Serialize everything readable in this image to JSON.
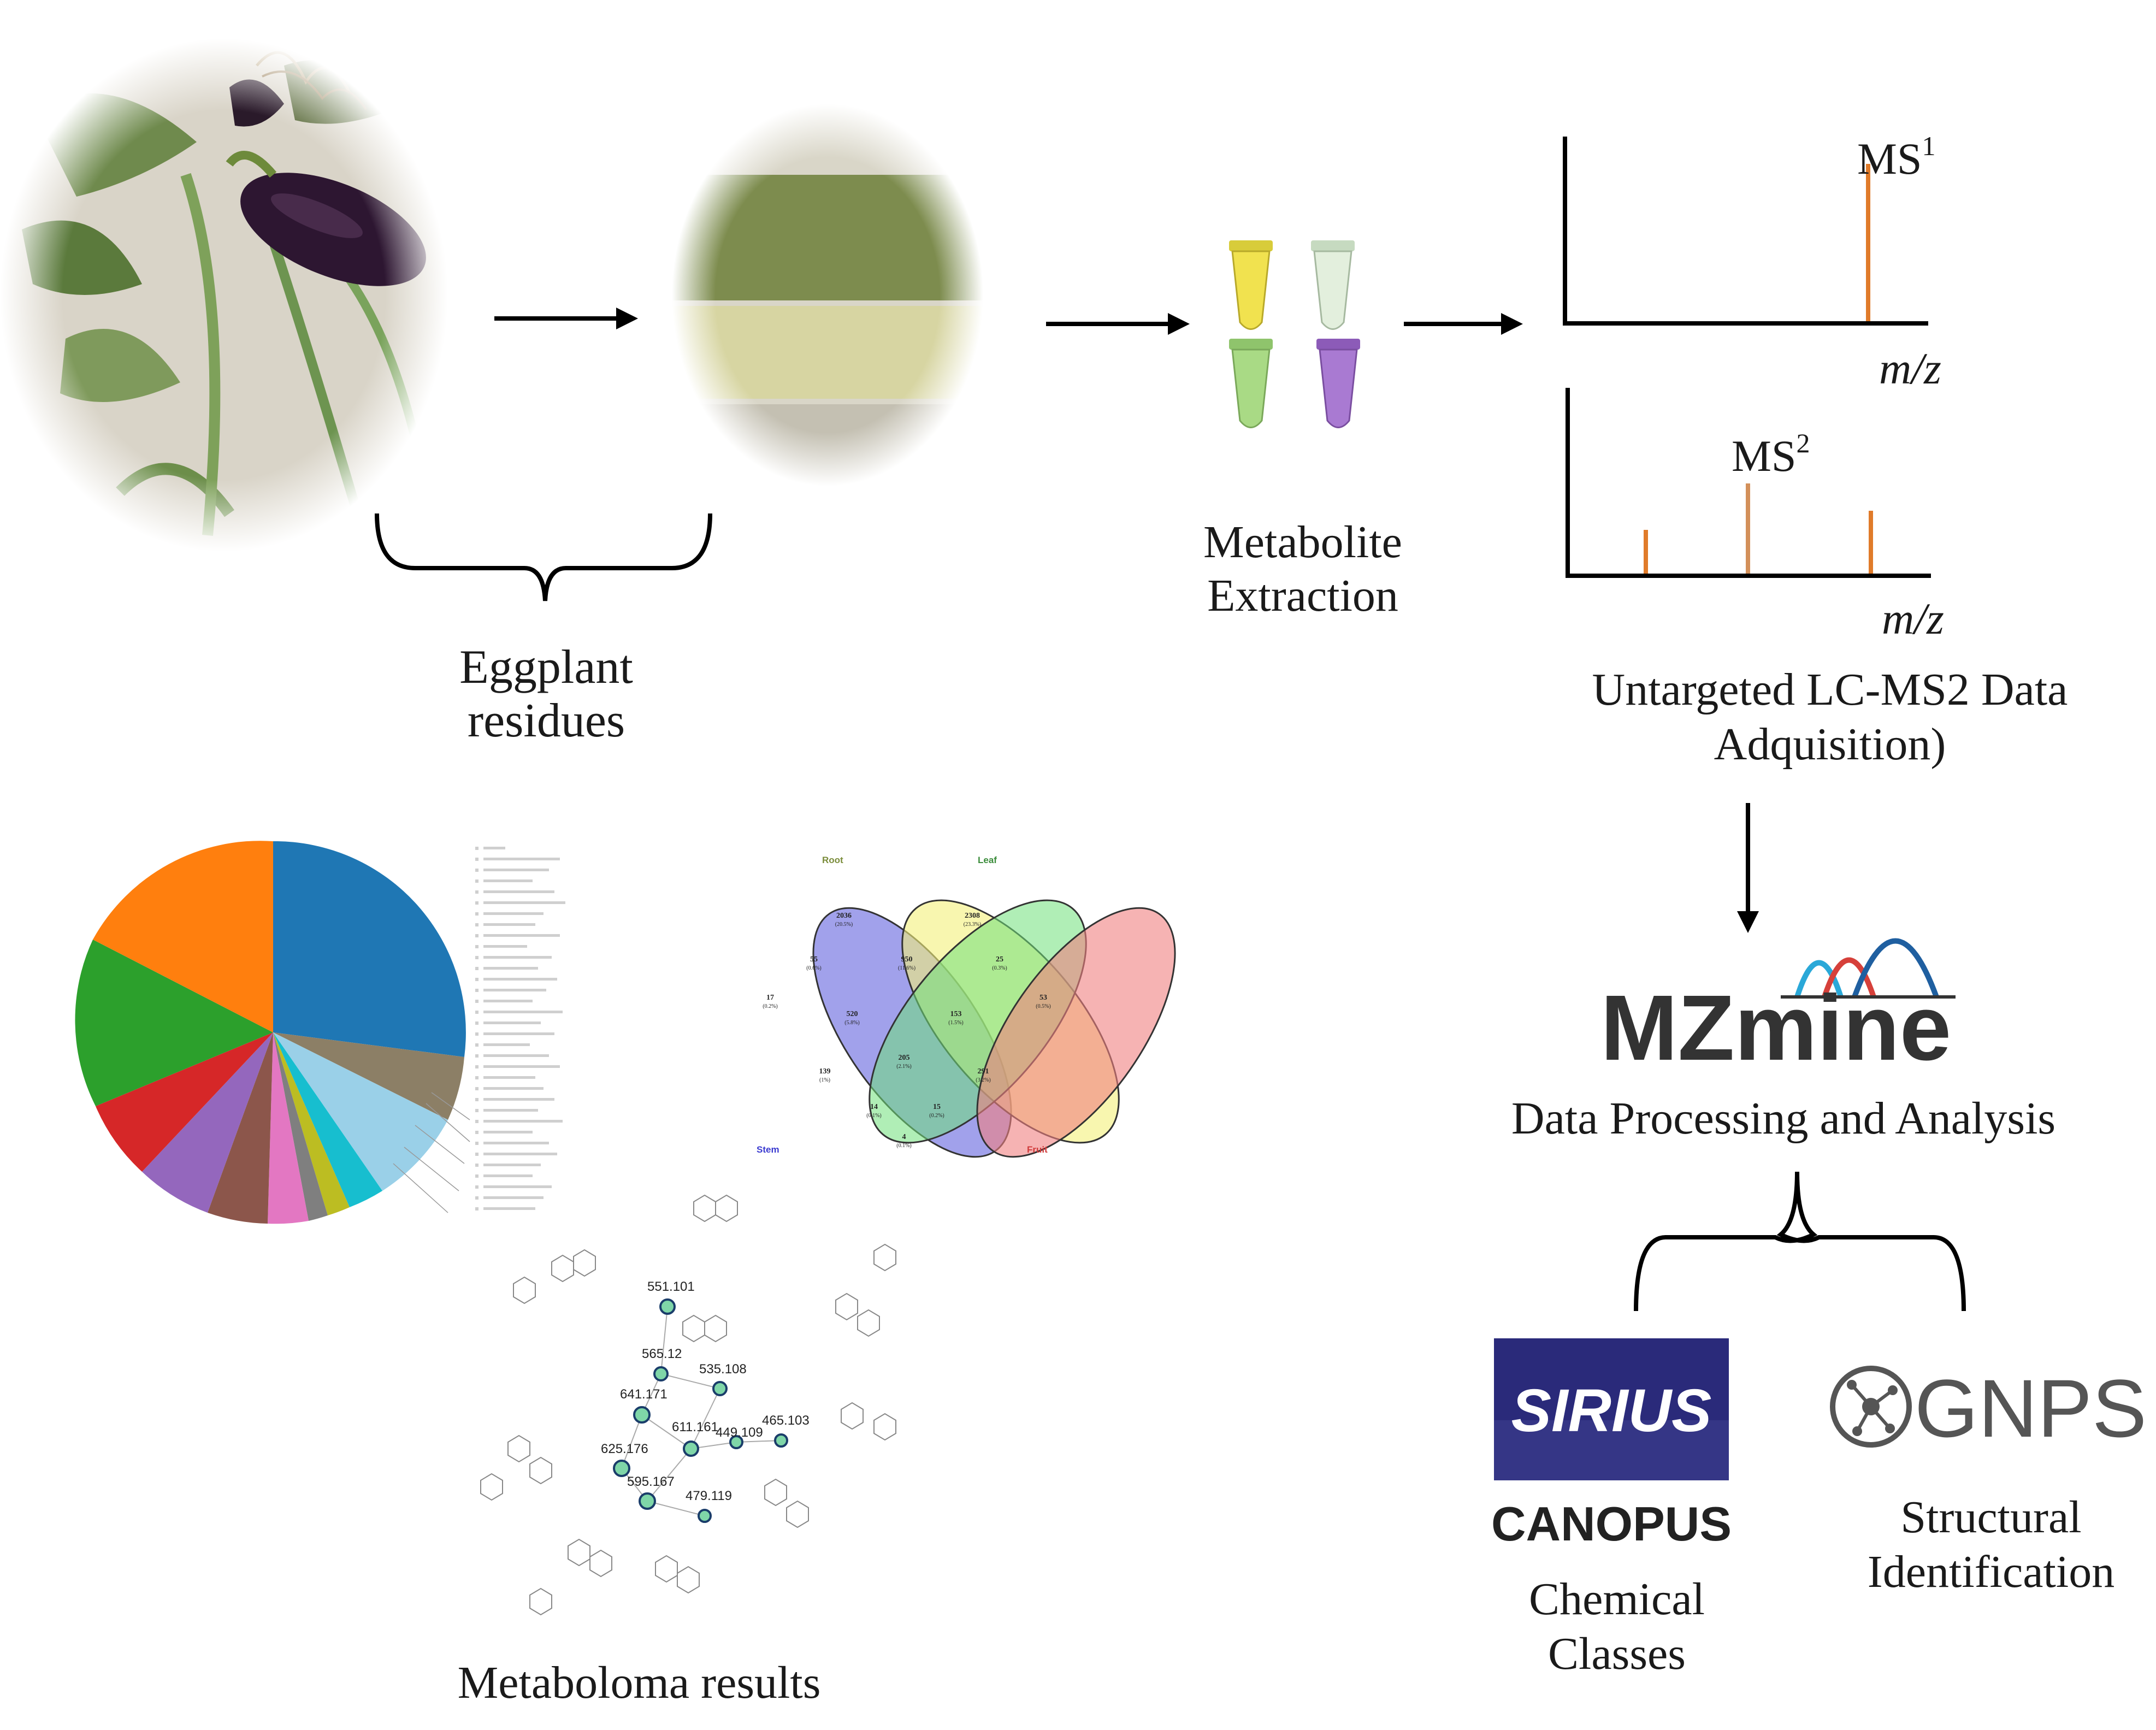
{
  "labels": {
    "eggplant_line1": "Eggplant",
    "eggplant_line2": "residues",
    "extraction_line1": "Metabolite",
    "extraction_line2": "Extraction",
    "ms1": "MS",
    "ms1_sup": "1",
    "ms2": "MS",
    "ms2_sup": "2",
    "mz": "m/z",
    "lcms_line1": "Untargeted LC-MS2 Data",
    "lcms_line2": "Adquisition)",
    "mzmine_logo": "MZmine",
    "data_processing": "Data Processing and Analysis",
    "sirius_logo": "SIRIUS",
    "canopus_logo": "CANOPUS",
    "gnps_logo": "GNPS",
    "chem_line1": "Chemical",
    "chem_line2": "Classes",
    "struct_line1": "Structural",
    "struct_line2": "Identification",
    "metaboloma": "Metaboloma results"
  },
  "venn": {
    "sets": [
      "Root",
      "Leaf",
      "Stem",
      "Fruit"
    ],
    "regions": [
      {
        "value": "2036",
        "pct": "(20.5%)"
      },
      {
        "value": "2308",
        "pct": "(23.3%)"
      },
      {
        "value": "17",
        "pct": "(0.2%)"
      },
      {
        "value": "55",
        "pct": "(0.6%)"
      },
      {
        "value": "950",
        "pct": "(11.6%)"
      },
      {
        "value": "25",
        "pct": "(0.3%)"
      },
      {
        "value": "53",
        "pct": "(0.5%)"
      },
      {
        "value": "520",
        "pct": "(5.8%)"
      },
      {
        "value": "153",
        "pct": "(1.5%)"
      },
      {
        "value": "205",
        "pct": "(2.1%)"
      },
      {
        "value": "139",
        "pct": "(1%)"
      },
      {
        "value": "291",
        "pct": "(3.2%)"
      },
      {
        "value": "14",
        "pct": "(0.1%)"
      },
      {
        "value": "15",
        "pct": "(0.2%)"
      },
      {
        "value": "4",
        "pct": "(0.1%)"
      }
    ]
  },
  "network_nodes": [
    "551.101",
    "565.12",
    "535.108",
    "641.171",
    "611.161",
    "465.103",
    "449.109",
    "625.176",
    "595.167",
    "479.119"
  ],
  "colors": {
    "ms_peak": "#e07b2a",
    "mzmine_dark": "#333333",
    "mzmine_curve_1": "#2aa8d8",
    "mzmine_curve_2": "#d6403a",
    "mzmine_curve_3": "#1f5fa0",
    "sirius_bg": "#2a2a7a",
    "node_fill": "#7fd6a8"
  }
}
